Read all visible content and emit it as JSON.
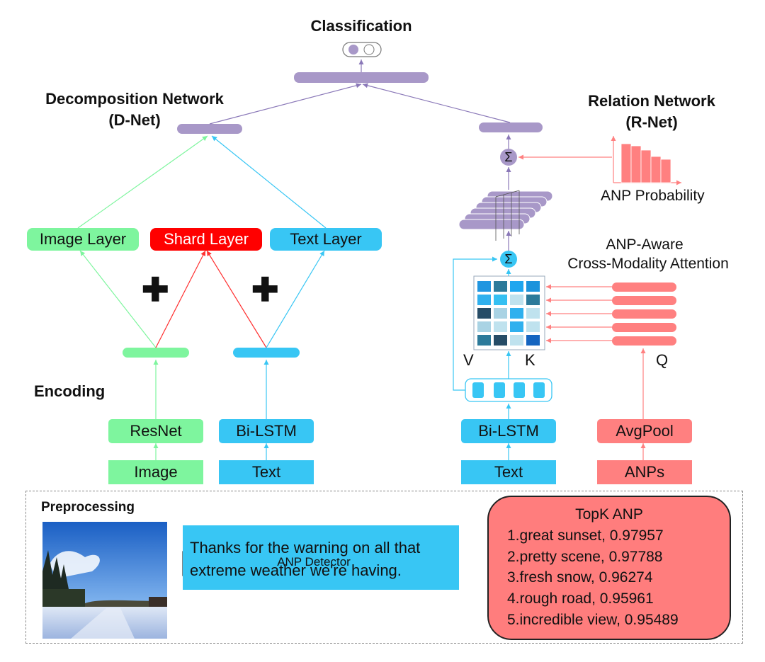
{
  "headings": {
    "classification": "Classification",
    "dnet_line1": "Decomposition Network",
    "dnet_line2": "(D-Net)",
    "rnet_line1": "Relation Network",
    "rnet_line2": "(R-Net)",
    "encoding": "Encoding",
    "preprocessing": "Preprocessing"
  },
  "layers": {
    "image": "Image Layer",
    "shared": "Shard Layer",
    "text": "Text Layer"
  },
  "plus_symbol": "✚",
  "encoders": {
    "resnet": "ResNet",
    "bilstm_left": "Bi-LSTM",
    "bilstm_right": "Bi-LSTM",
    "avgpool": "AvgPool"
  },
  "inputs": {
    "image": "Image",
    "text_left": "Text",
    "text_right": "Text",
    "anps": "ANPs"
  },
  "attention": {
    "title_line1": "ANP-Aware",
    "title_line2": "Cross-Modality Attention",
    "v": "V",
    "k": "K",
    "q": "Q",
    "sigma": "Σ"
  },
  "anp_probability": "ANP Probability",
  "tweet_text": "Thanks for the warning on all that extreme weather we're having.",
  "detector_label": "ANP Detector",
  "topk": {
    "title": "TopK ANP",
    "items": [
      "1.great sunset, 0.97957",
      "2.pretty scene, 0.97788",
      "3.fresh snow, 0.96274",
      "4.rough road, 0.95961",
      "5.incredible view, 0.95489"
    ]
  },
  "colors": {
    "green": "#7ef59e",
    "blue": "#38c6f4",
    "red": "#ff0000",
    "pink": "#ff8080",
    "purple": "#a898c8"
  }
}
